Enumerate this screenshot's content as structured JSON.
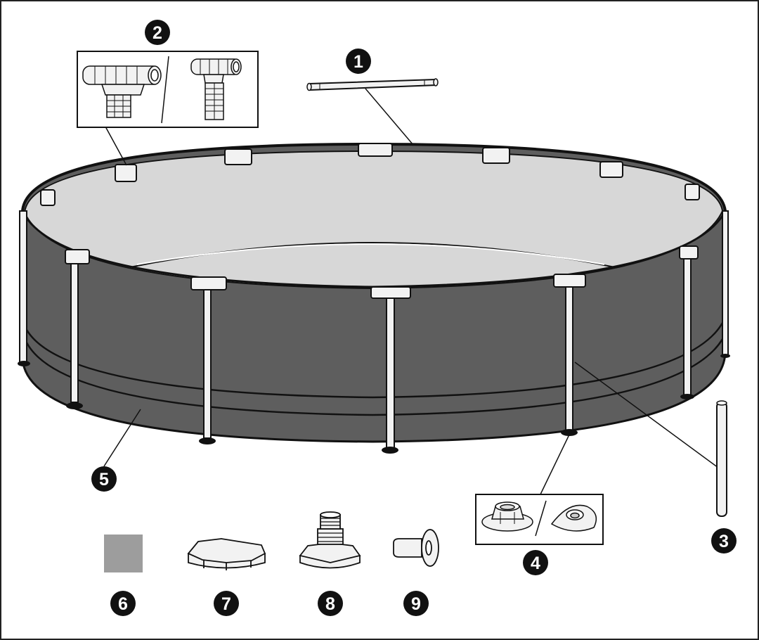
{
  "callouts": [
    {
      "number": "1",
      "part": "top-rail"
    },
    {
      "number": "2",
      "part": "t-joint"
    },
    {
      "number": "3",
      "part": "vertical-leg"
    },
    {
      "number": "4",
      "part": "leg-cap"
    },
    {
      "number": "5",
      "part": "pool-liner"
    },
    {
      "number": "6",
      "part": "repair-patch"
    },
    {
      "number": "7",
      "part": "drain-cap"
    },
    {
      "number": "8",
      "part": "drain-adapter"
    },
    {
      "number": "9",
      "part": "plug"
    }
  ],
  "colors": {
    "liner_wall": "#5e5e5e",
    "pool_floor": "#d7d7d7",
    "outline": "#111111",
    "patch": "#9d9d9d",
    "badge": "#111111",
    "part_fill": "#f2f2f2"
  }
}
